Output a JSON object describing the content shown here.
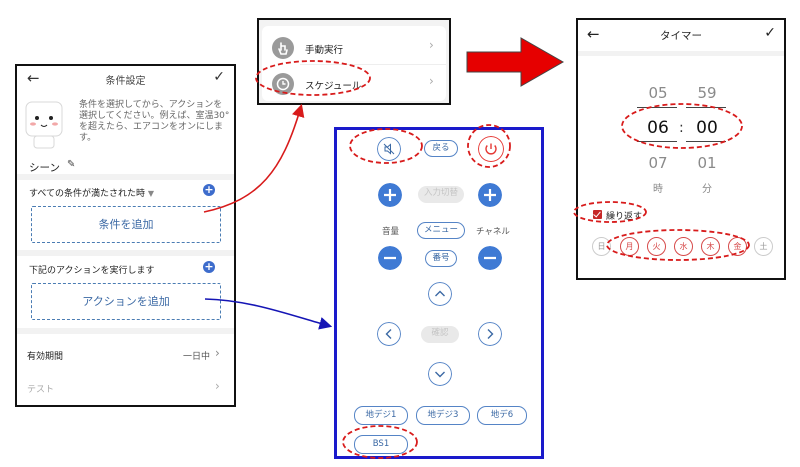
{
  "condition_screen": {
    "title": "条件設定",
    "back_icon": "back-arrow-icon",
    "confirm_icon": "check-icon",
    "mascot_icon": "mascot-icon",
    "hint_lines": [
      "条件を選択してから、アクションを",
      "選択してください。例えば、室温30°",
      "を超えたら、エアコンをオンにしま",
      "す。"
    ],
    "scene_label": "シーン",
    "conditions_header": "すべての条件が満たされた時",
    "add_condition_label": "条件を追加",
    "actions_header": "下記のアクションを実行します",
    "add_action_label": "アクションを追加",
    "validity_label": "有効期間",
    "validity_value": "一日中",
    "test_label": "テスト",
    "accent_color": "#3d6ccc"
  },
  "rule_menu": {
    "items": [
      {
        "label": "手動実行",
        "icon": "hand-tap-icon"
      },
      {
        "label": "スケジュール",
        "icon": "clock-icon"
      }
    ]
  },
  "remote": {
    "back_label": "戻る",
    "input_switch_label": "入力切替",
    "volume_label": "音量",
    "menu_label": "メニュー",
    "channel_label": "チャネル",
    "number_label": "番号",
    "ok_label": "確認",
    "channels": [
      "地デジ1",
      "地デジ3",
      "地デ6",
      "BS1"
    ],
    "power_color": "#e53935",
    "button_color": "#3f7ad4"
  },
  "timer": {
    "title": "タイマー",
    "hour_prev": "05",
    "hour_selected": "06",
    "hour_next": "07",
    "minute_prev": "59",
    "minute_selected": "00",
    "minute_next": "01",
    "colon": ":",
    "hour_unit": "時",
    "minute_unit": "分",
    "repeat_label": "繰り返す",
    "repeat_checked": true,
    "days": [
      {
        "label": "日",
        "selected": false
      },
      {
        "label": "月",
        "selected": true
      },
      {
        "label": "火",
        "selected": true
      },
      {
        "label": "水",
        "selected": true
      },
      {
        "label": "木",
        "selected": true
      },
      {
        "label": "金",
        "selected": true
      },
      {
        "label": "土",
        "selected": false
      }
    ]
  },
  "annotations": {
    "highlight_color": "#d81b1b",
    "link_arrow_color": "#1515b5",
    "big_arrow_color": "#e60000"
  }
}
